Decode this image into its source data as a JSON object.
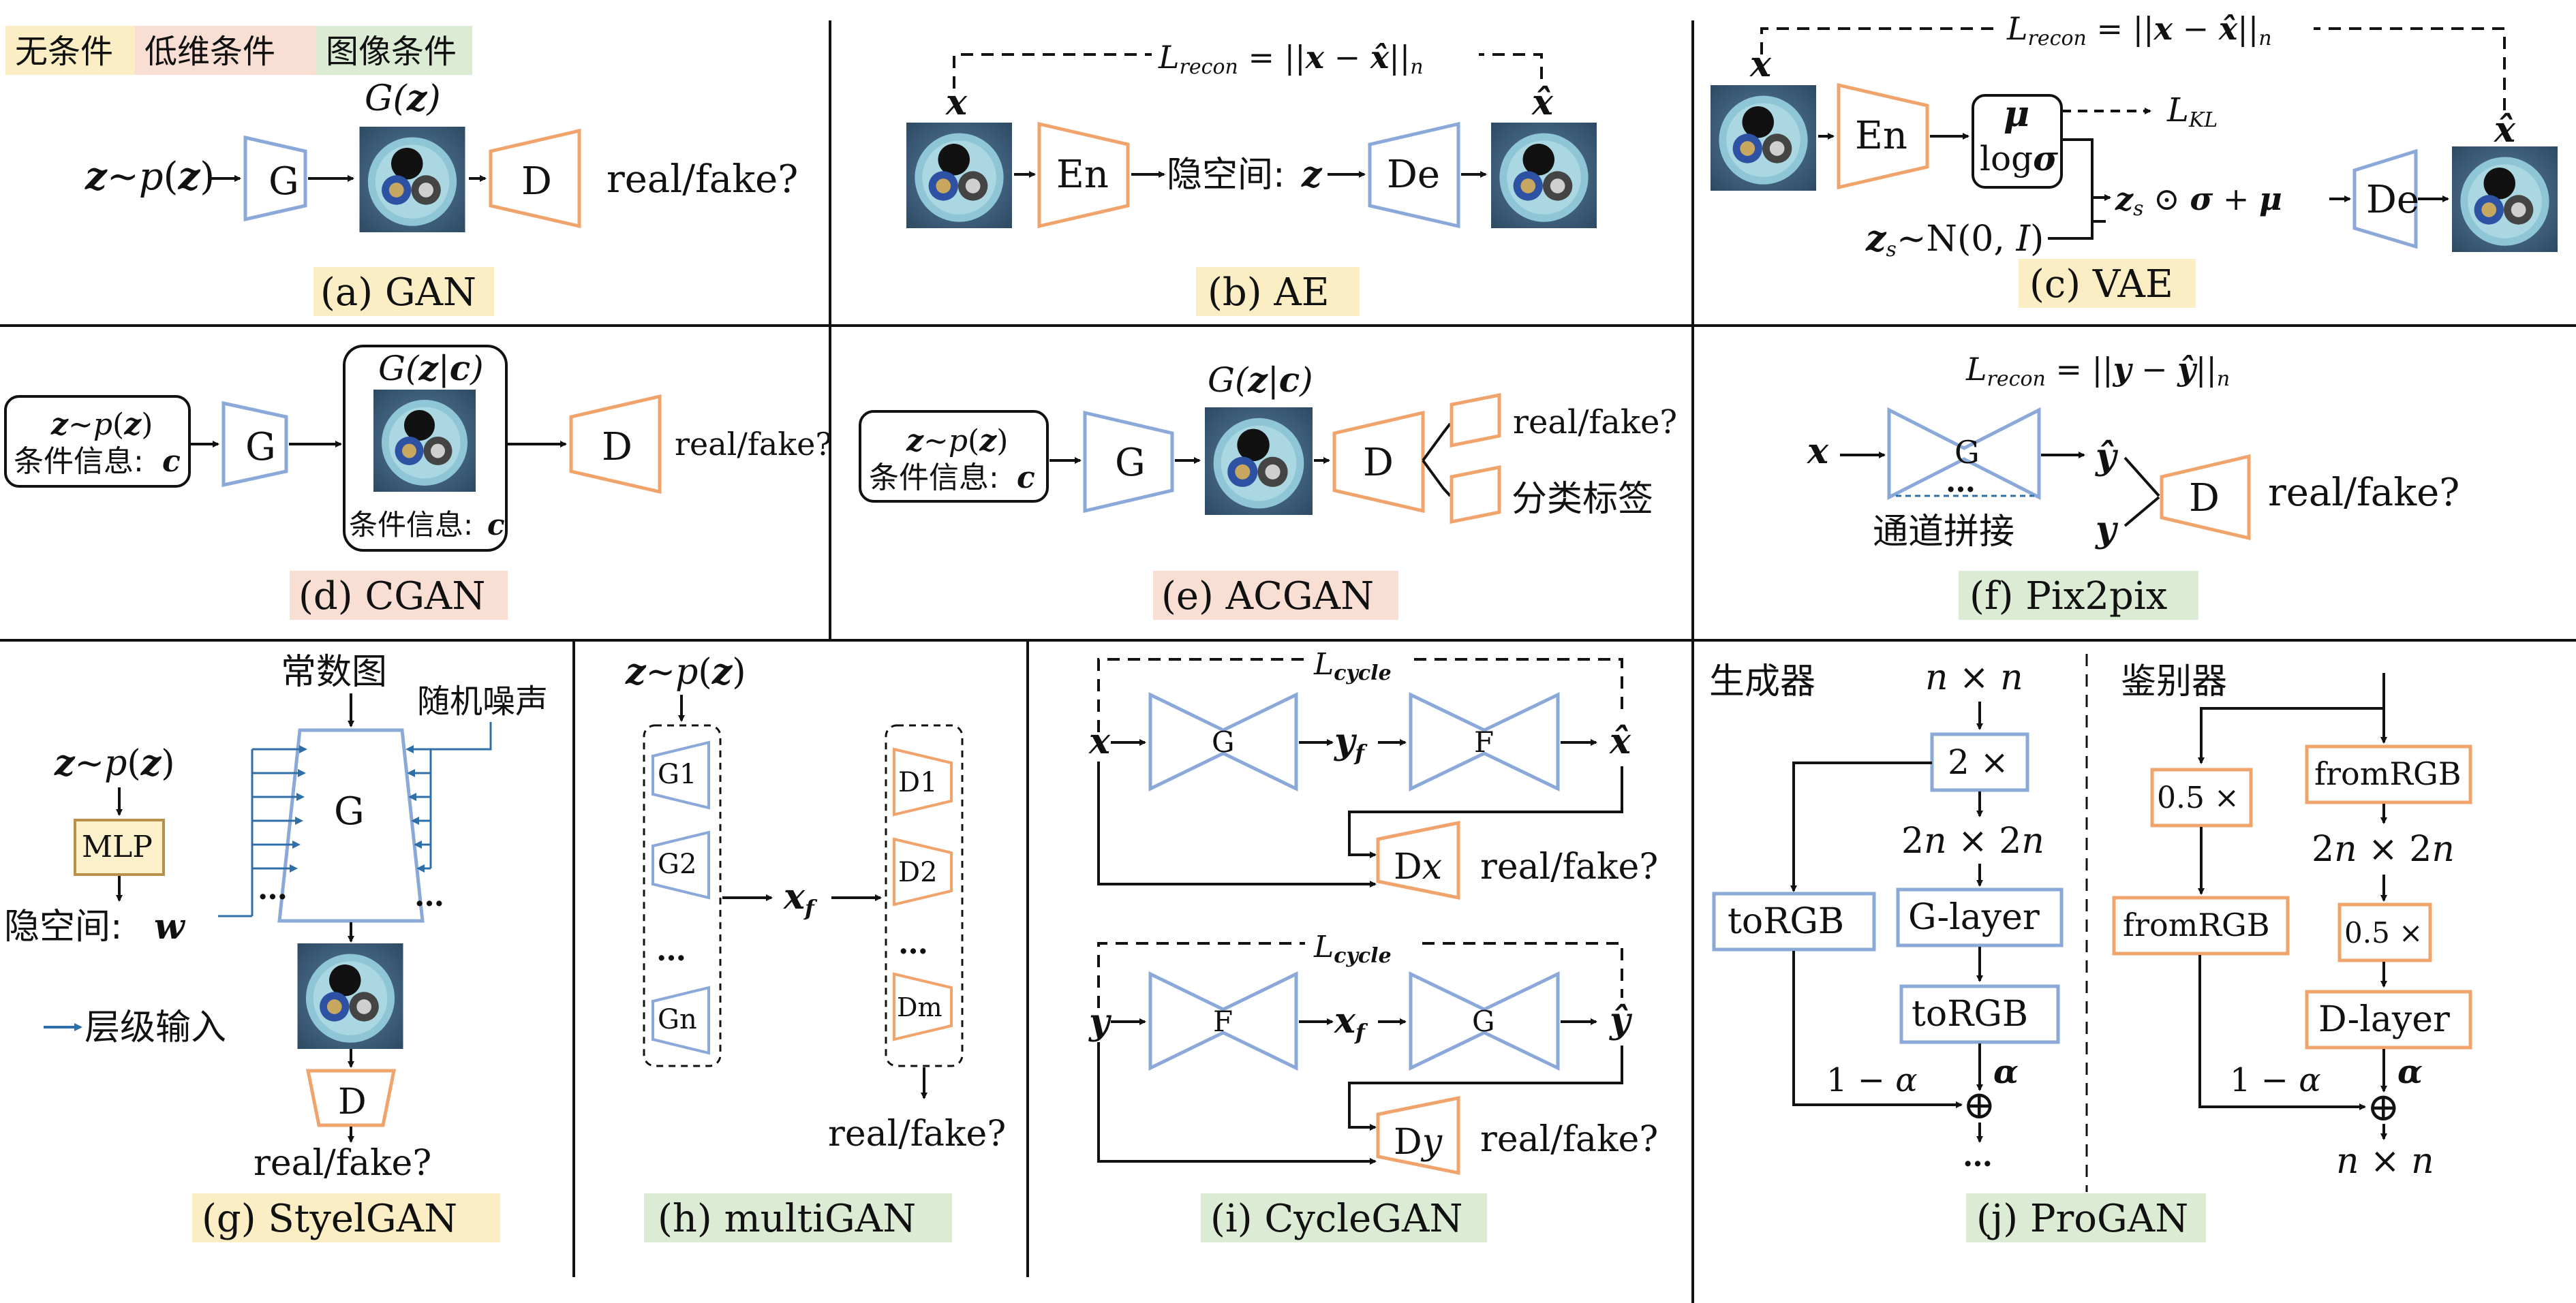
{
  "legend": {
    "uncond": "无条件",
    "lowdim": "低维条件",
    "image": "图像条件",
    "colors": {
      "uncond": "#fbeec4",
      "lowdim": "#f9dfd3",
      "image": "#dcecd4"
    }
  },
  "colors": {
    "gen_blue": "#8aa8d8",
    "disc_orange": "#f0a46c",
    "arrow_blue": "#2f6fa8"
  },
  "captions": {
    "a": "(a) GAN",
    "b": "(b) AE",
    "c": "(c) VAE",
    "d": "(d) CGAN",
    "e": "(e) ACGAN",
    "f": "(f) Pix2pix",
    "g": "(g) StyelGAN",
    "h": "(h) multiGAN",
    "i": "(i) CycleGAN",
    "j": "(j) ProGAN"
  },
  "labels": {
    "G": "G",
    "D": "D",
    "F": "F",
    "En": "En",
    "De": "De",
    "real_fake": "real/fake?",
    "latent_space": "隐空间:",
    "cond_info": "条件信息:",
    "class_label": "分类标签",
    "channel_concat": "通道拼接",
    "const_map": "常数图",
    "random_noise": "随机噪声",
    "hier_input": "层级输入",
    "mlp": "MLP",
    "generator": "生成器",
    "discriminator": "鉴别器",
    "dots": "…",
    "g1": "G1",
    "g2": "G2",
    "gn": "Gn",
    "d1": "D1",
    "d2": "D2",
    "dm": "Dm",
    "dx": "Dx",
    "dy": "Dy",
    "n_by_n": "n × n",
    "two_n": "2n × 2n",
    "times2": "2 ×",
    "times05": "0.5 ×",
    "torgb": "toRGB",
    "fromrgb": "fromRGB",
    "g_layer": "G-layer",
    "d_layer": "D-layer",
    "one_minus_alpha": "1 − α",
    "alpha": "α",
    "oplus": "⊕",
    "l_recon_b": "L_recon = ||x − x̂||_n",
    "l_recon_c": "L_recon = ||x − x̂||_n",
    "l_recon_f": "L_recon = ||y − ŷ||_n",
    "l_kl": "L_KL",
    "l_cycle": "L_cycle",
    "gz": "G(z)",
    "gzc": "G(z|c)",
    "mu": "μ",
    "logsigma": "logσ"
  }
}
